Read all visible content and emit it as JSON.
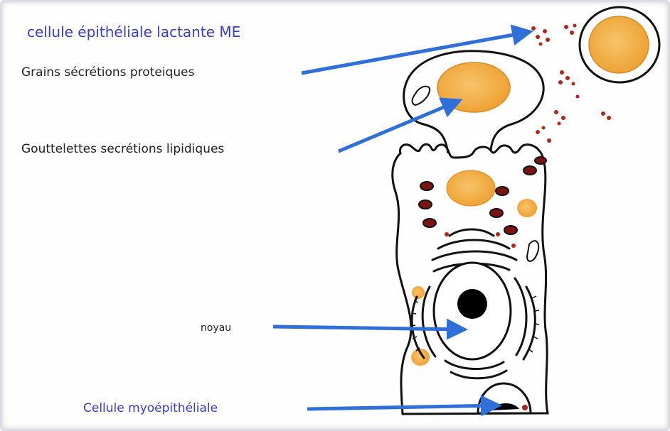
{
  "title": "cellule épithéliale lactante ME",
  "labels": {
    "protein_grains": "Grains sécrétions proteiques",
    "lipid_droplets": "Gouttelettes secrétions lipidiques",
    "nucleus": "noyau",
    "myoepithelial": "Cellule myoépithéliale"
  },
  "colors": {
    "title_text": "#3a3ec0",
    "label_text": "#222222",
    "arrow": "#2e6fd8",
    "lipid": "#f2b14b",
    "protein_grain": "#b3241b",
    "outline": "#111111"
  }
}
